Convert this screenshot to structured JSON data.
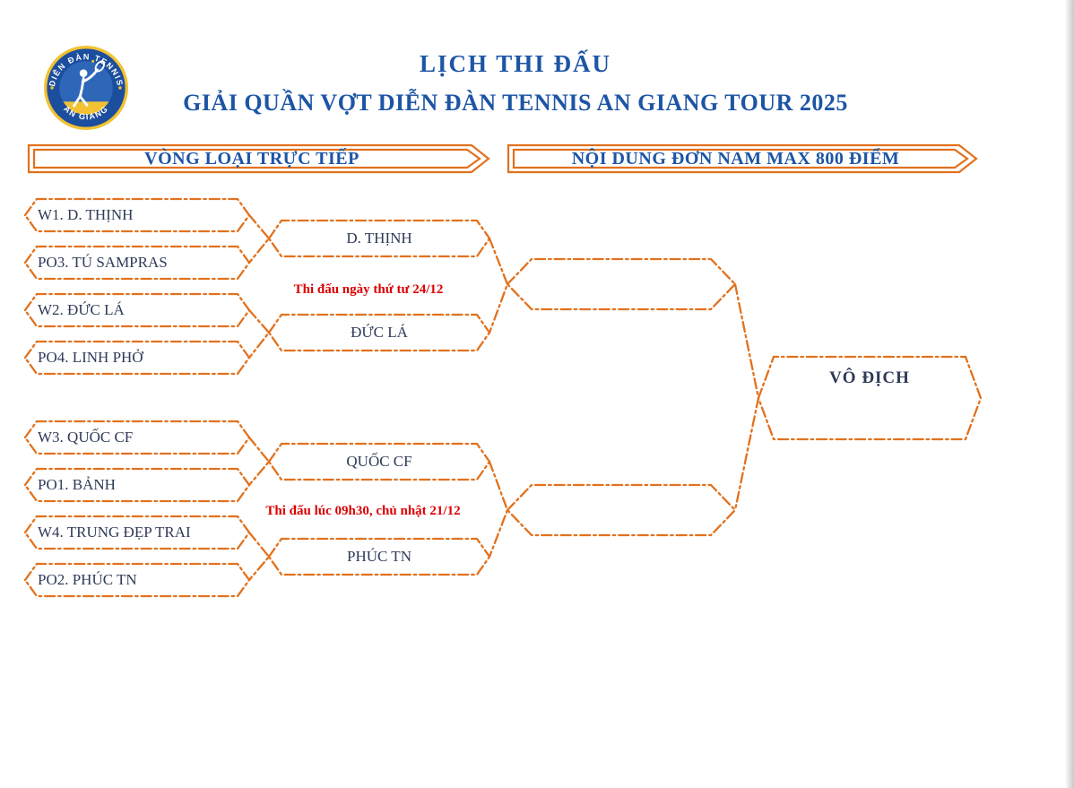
{
  "logo": {
    "ring_text_top": "DIỄN ĐÀN TENNIS",
    "ring_text_bottom": "AN GIANG",
    "icon": "tennis-player-icon"
  },
  "header": {
    "title_line1": "LỊCH THI ĐẤU",
    "title_line2": "GIẢI QUẦN VỢT DIỄN ĐÀN TENNIS AN GIANG TOUR 2025"
  },
  "banners": {
    "left_label": "VÒNG LOẠI TRỰC TIẾP",
    "right_label": "NỘI DUNG ĐƠN NAM MAX 800 ĐIỂM"
  },
  "bracket": {
    "round1": [
      "W1. D. THỊNH",
      "PO3. TÚ SAMPRAS",
      "W2. ĐỨC LÁ",
      "PO4. LINH PHỞ",
      "W3. QUỐC CF",
      "PO1. BẢNH",
      "W4. TRUNG ĐẸP TRAI",
      "PO2. PHÚC TN"
    ],
    "round2": [
      "D. THỊNH",
      "ĐỨC LÁ",
      "QUỐC CF",
      "PHÚC TN"
    ],
    "champion_label": "VÔ ĐỊCH",
    "match_notes": {
      "top": "Thi đấu ngày thứ tư 24/12",
      "bottom": "Thi đấu lúc 09h30, chủ nhật 21/12"
    }
  },
  "colors": {
    "accent_orange": "#E2711D",
    "title_blue": "#1D55A5",
    "name_navy": "#2E3A57",
    "note_red": "#DB0000",
    "logo_gold": "#F2C233",
    "logo_blue": "#1C4E9E"
  }
}
